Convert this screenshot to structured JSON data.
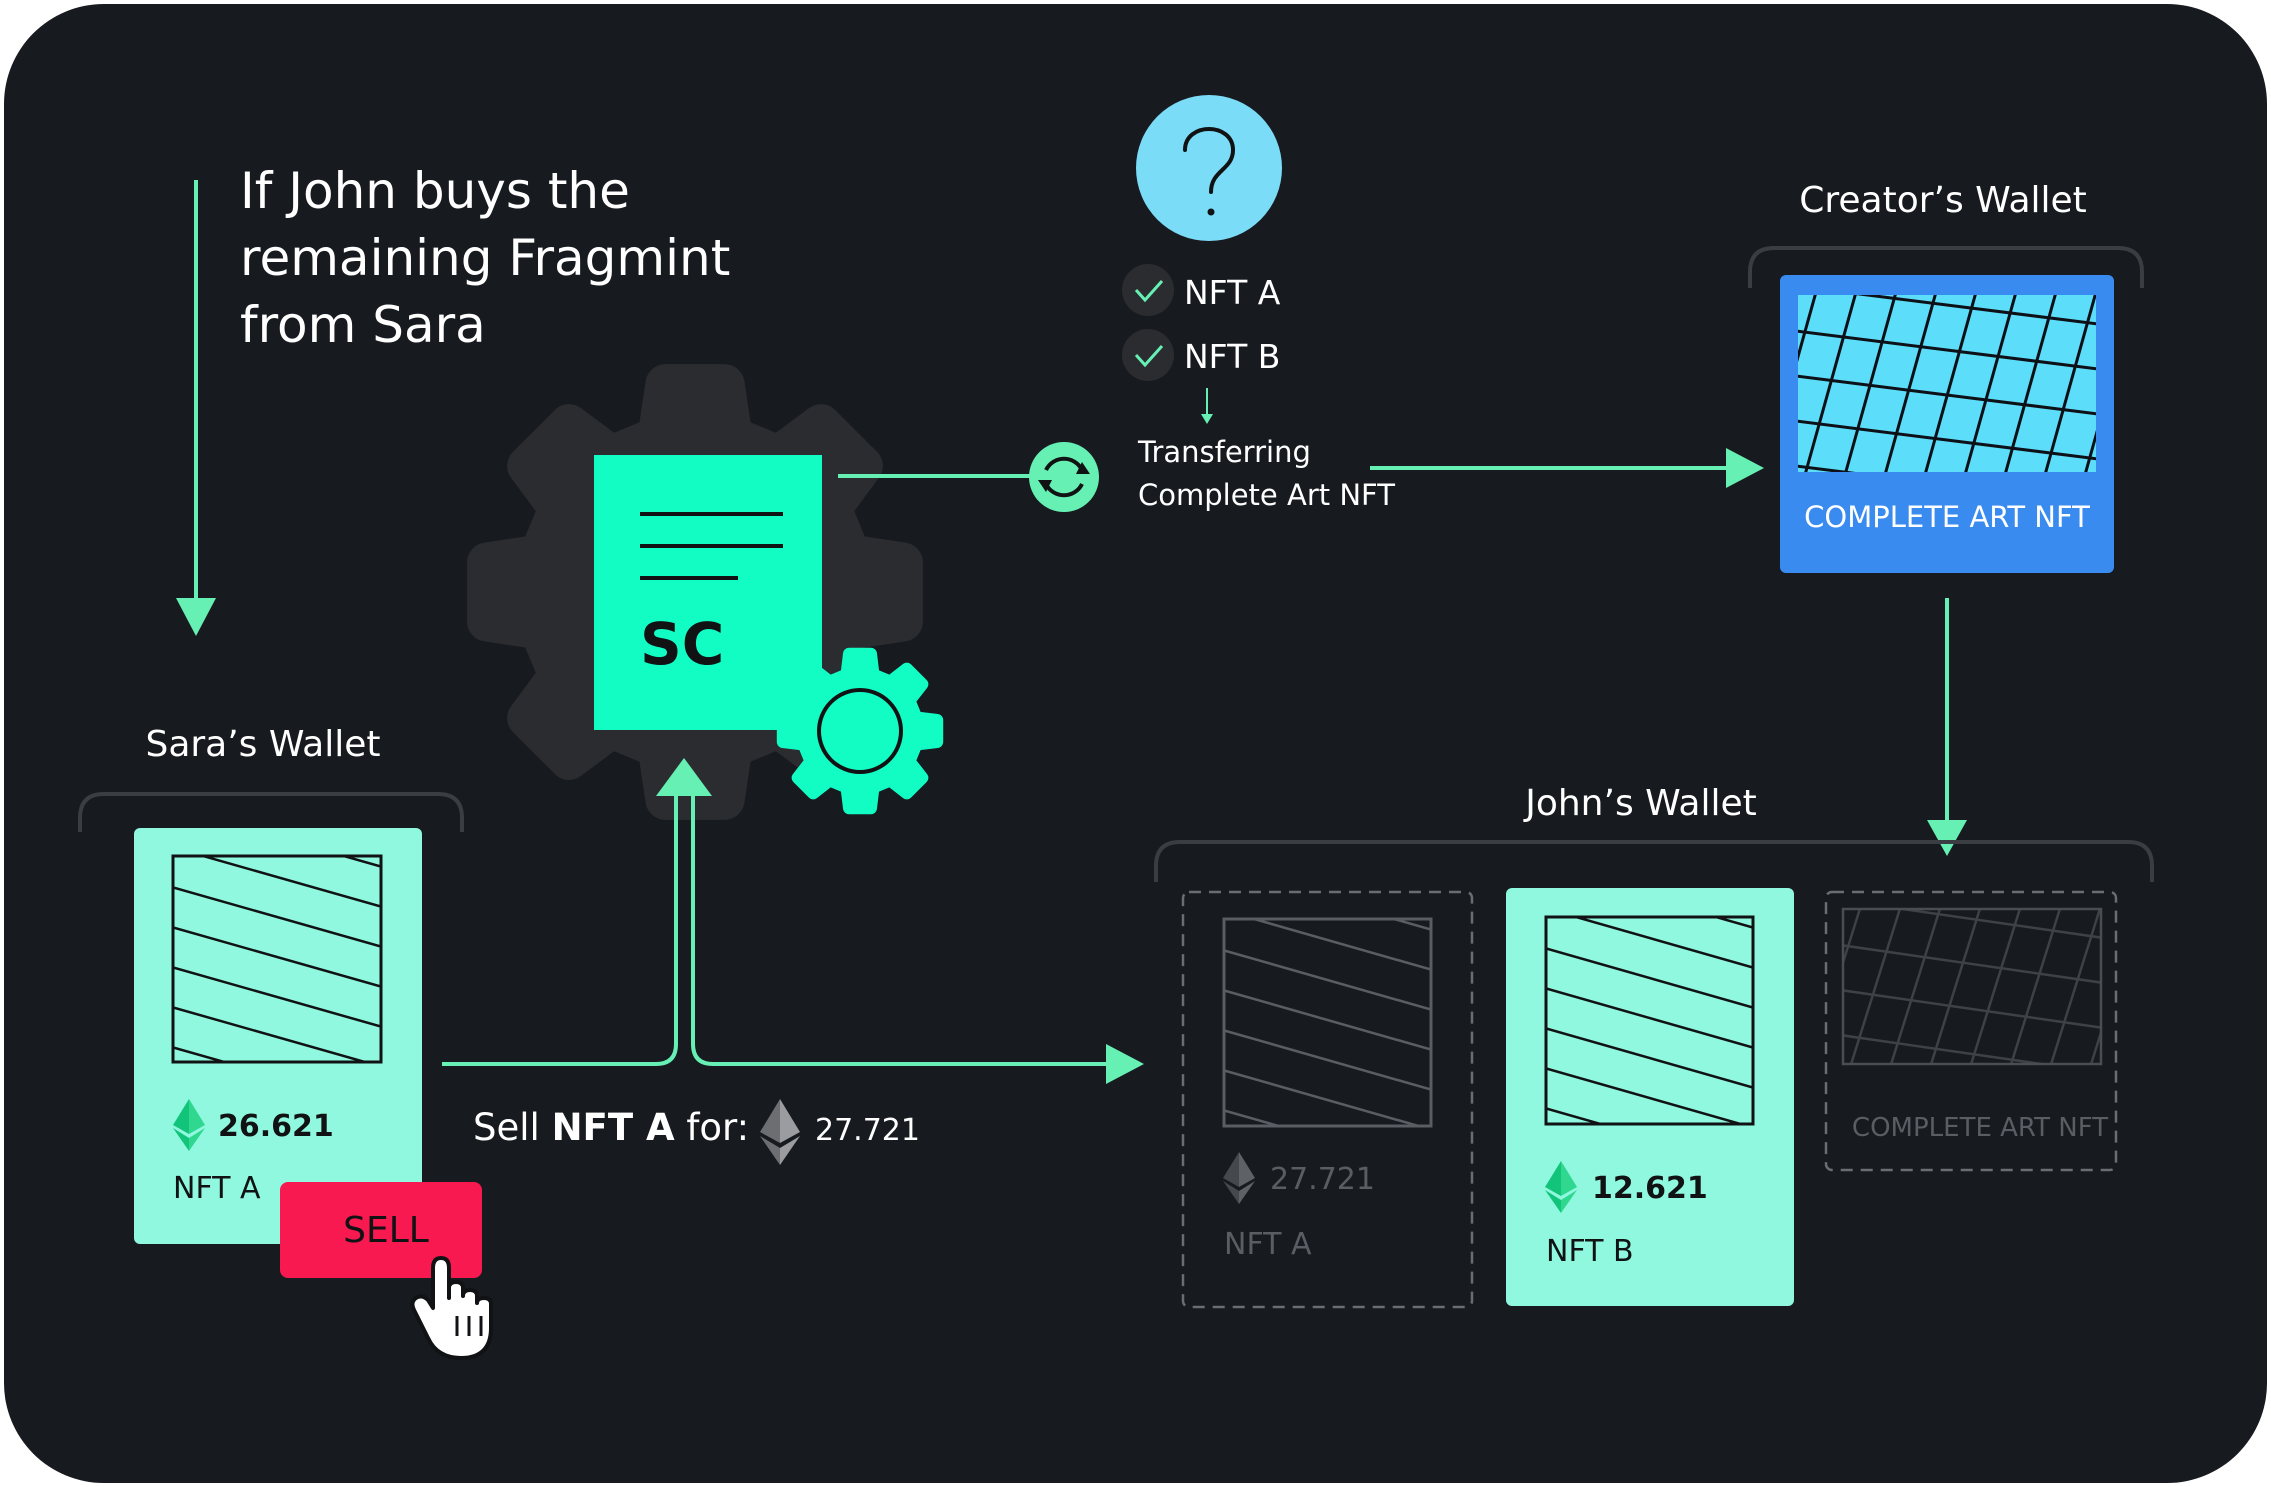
{
  "headline": {
    "line1": "If John buys the",
    "line2": "remaining Fragmint",
    "line3": "from Sara"
  },
  "contract": {
    "label": "SC"
  },
  "checklist": {
    "items": [
      "NFT A",
      "NFT B"
    ],
    "transfer_line1": "Transferring",
    "transfer_line2": "Complete Art NFT"
  },
  "creator_wallet": {
    "title": "Creator’s Wallet",
    "card_label": "COMPLETE ART NFT"
  },
  "sara_wallet": {
    "title": "Sara’s Wallet",
    "card": {
      "price": "26.621",
      "name": "NFT A"
    },
    "sell_button": "SELL"
  },
  "sell_offer": {
    "prefix": "Sell ",
    "nft": "NFT A",
    "suffix": " for:",
    "price": "27.721"
  },
  "john_wallet": {
    "title": "John’s Wallet",
    "cards": [
      {
        "price": "27.721",
        "name": "NFT A"
      },
      {
        "price": "12.621",
        "name": "NFT B"
      },
      {
        "name": "COMPLETE ART NFT"
      }
    ]
  },
  "colors": {
    "background": "#171a1f",
    "accent_green": "#67f0b4",
    "card_mint": "#8ff8df",
    "contract_green": "#12fdc4",
    "nft_blue": "#3a8bef",
    "grid_cyan": "#5cddfa",
    "question_cyan": "#7bdcf7",
    "sell_red": "#f7194f",
    "gear_dark": "#2a2c30",
    "dim_text": "#5a5d63"
  }
}
